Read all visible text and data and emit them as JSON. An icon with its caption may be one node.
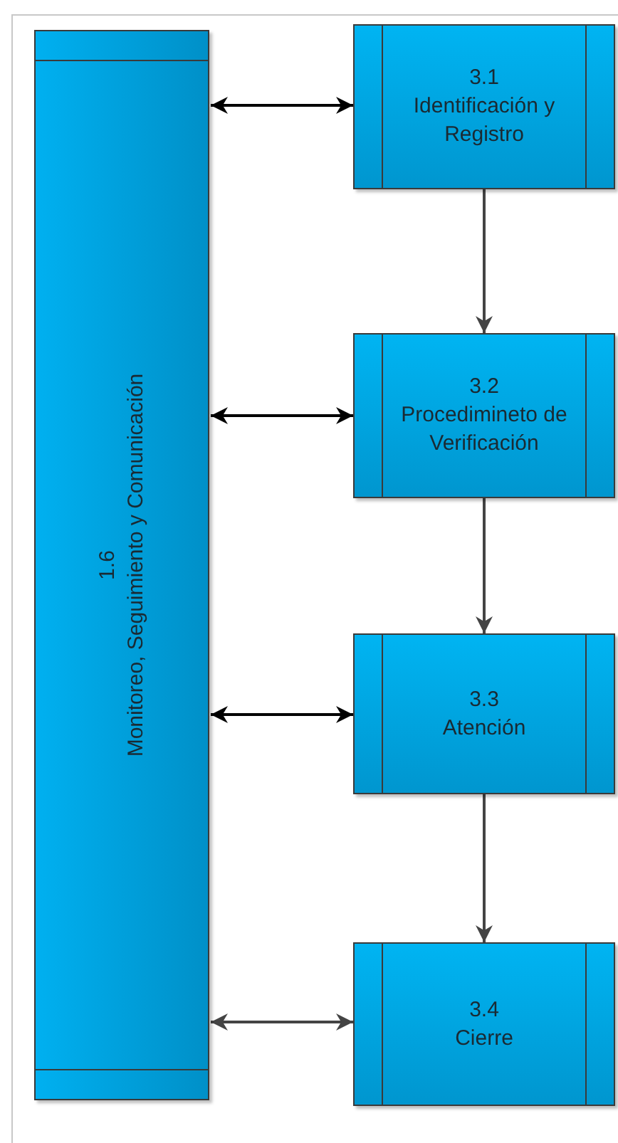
{
  "diagram": {
    "nodes": [
      {
        "text": [
          "1.6",
          "Monitoreo, Seguimiento y Comunicación"
        ]
      },
      {
        "text": [
          "3.1",
          "Identificación y Registro"
        ]
      },
      {
        "text": [
          "3.2",
          "Procedimineto de Verificación"
        ]
      },
      {
        "text": [
          "3.3",
          "Atención"
        ]
      },
      {
        "text": [
          "3.4",
          "Cierre"
        ]
      }
    ],
    "edges": [
      {
        "from": 0,
        "to": 1,
        "arrow": "both",
        "color": "#000000"
      },
      {
        "from": 1,
        "to": 2,
        "arrow": "to"
      },
      {
        "from": 0,
        "to": 2,
        "arrow": "both",
        "color": "#000000"
      },
      {
        "from": 2,
        "to": 3,
        "arrow": "to"
      },
      {
        "from": 0,
        "to": 3,
        "arrow": "both",
        "color": "#000000"
      },
      {
        "from": 3,
        "to": 4,
        "arrow": "to"
      },
      {
        "from": 0,
        "to": 4,
        "arrow": "both"
      }
    ]
  }
}
